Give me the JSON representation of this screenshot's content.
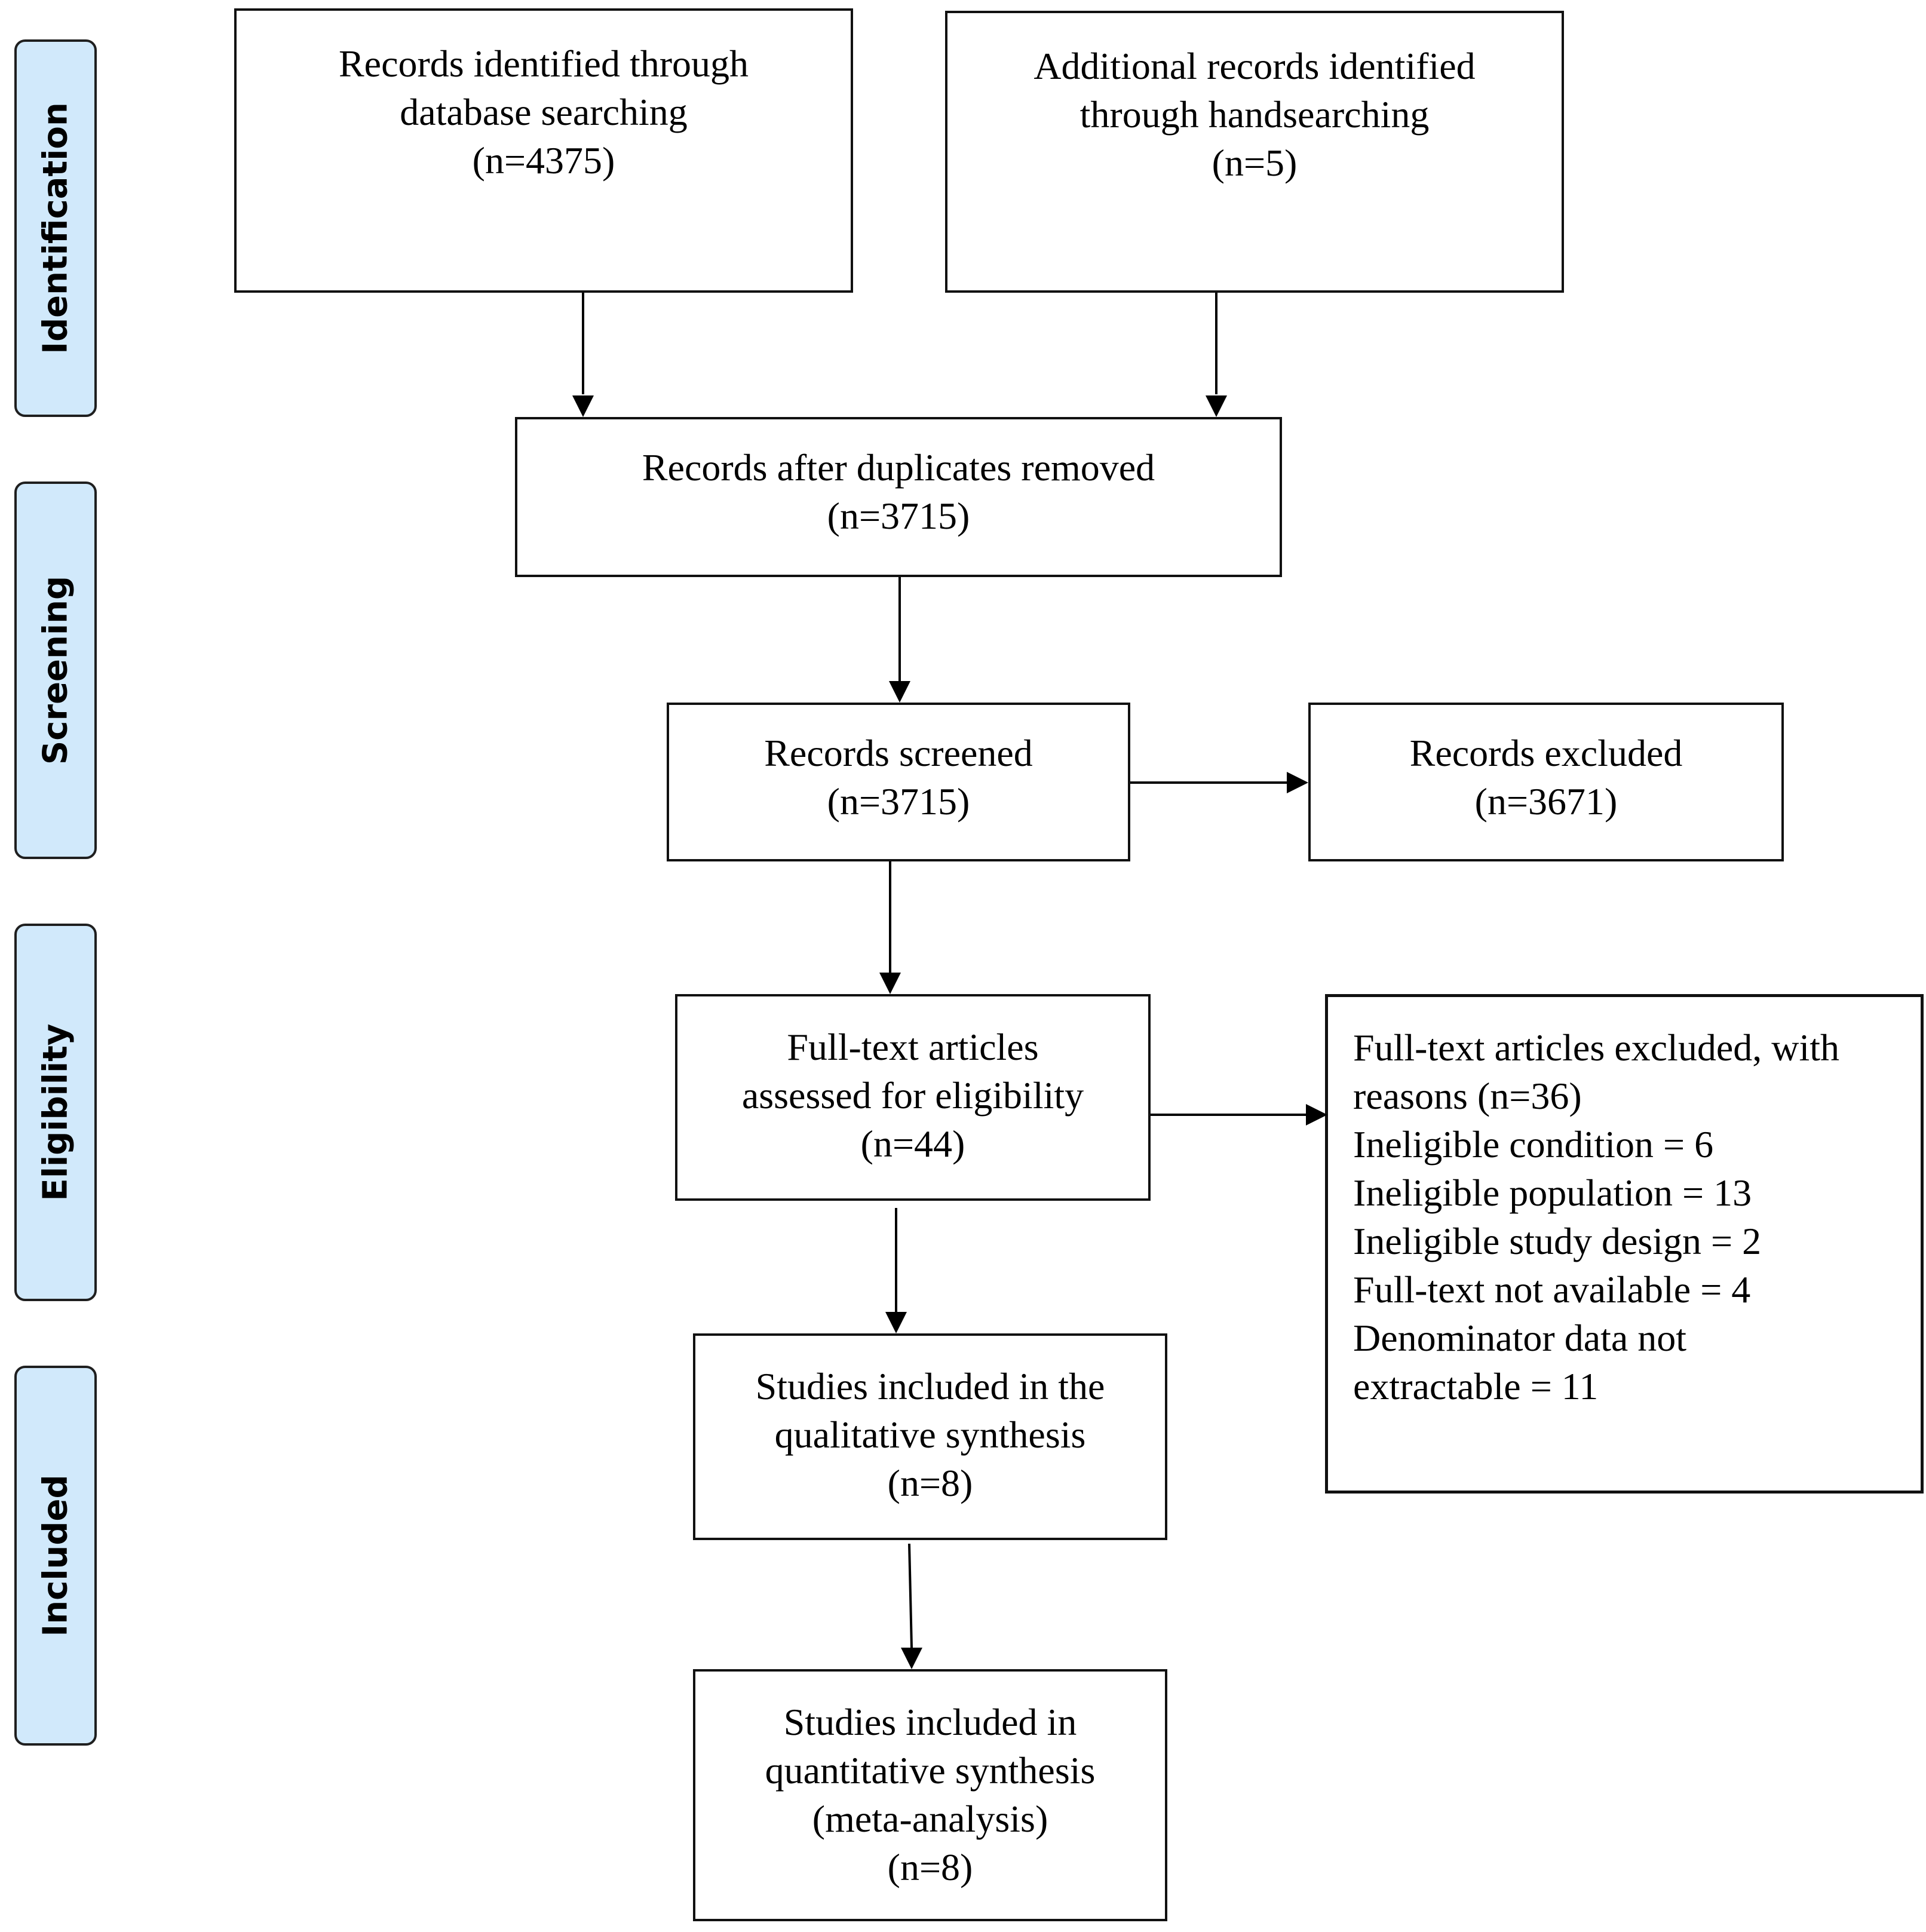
{
  "stages": {
    "identification": "Identification",
    "screening": "Screening",
    "eligibility": "Eligibility",
    "included": "Included"
  },
  "boxes": {
    "database": [
      "Records identified through",
      "database searching",
      "(n=4375)"
    ],
    "handsearch": [
      "Additional records identified",
      "through handsearching",
      "(n=5)"
    ],
    "duplicates": [
      "Records after duplicates removed",
      "(n=3715)"
    ],
    "screened": [
      "Records screened",
      "(n=3715)"
    ],
    "excluded": [
      "Records excluded",
      "(n=3671)"
    ],
    "fulltext": [
      "Full-text articles",
      "assessed for eligibility",
      "(n=44)"
    ],
    "fulltext_excluded": [
      "Full-text articles excluded, with",
      "reasons (n=36)",
      "Ineligible condition = 6",
      "Ineligible population = 13",
      "Ineligible study design = 2",
      "Full-text not available = 4",
      "Denominator data not",
      "extractable = 11"
    ],
    "qualitative": [
      "Studies included in the",
      "qualitative synthesis",
      "(n=8)"
    ],
    "quantitative": [
      "Studies included in",
      "quantitative synthesis",
      "(meta-analysis)",
      "(n=8)"
    ]
  }
}
